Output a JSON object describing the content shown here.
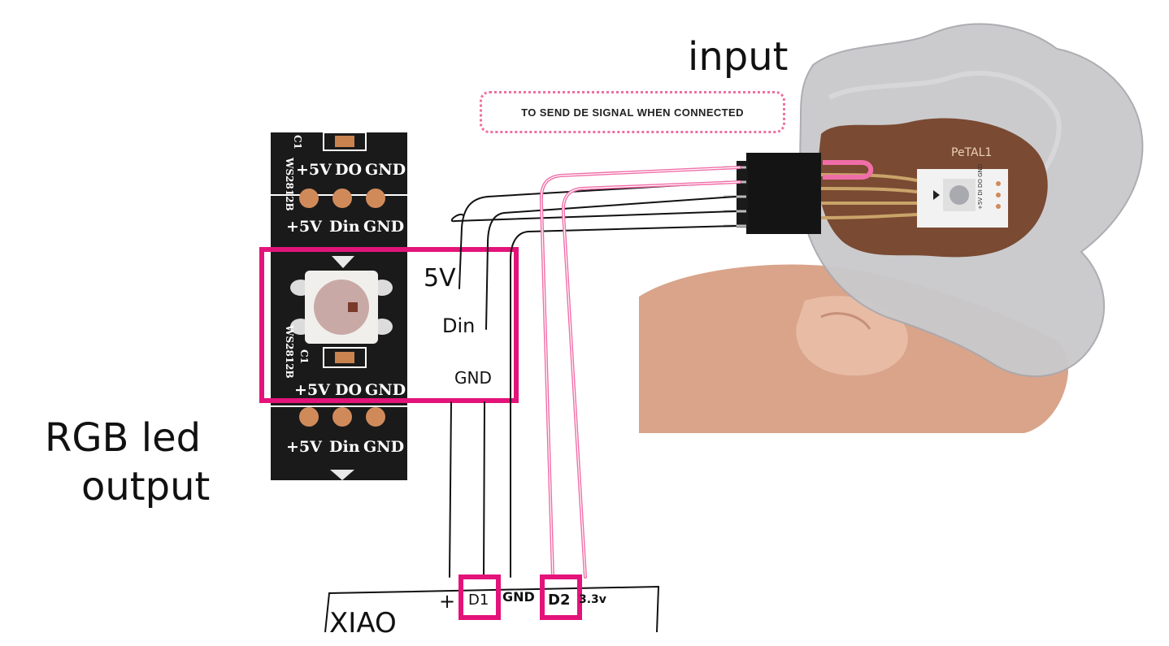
{
  "labels": {
    "input": "input",
    "note": "TO SEND DE SIGNAL WHEN CONNECTED",
    "rgb_line1": "RGB led",
    "rgb_line2": "output",
    "xiao": "XIAO"
  },
  "strip": {
    "model": "WS2812B",
    "cap": "C1",
    "row_out": [
      "+5V",
      "DO",
      "GND"
    ],
    "row_in": [
      "+5V",
      "Din",
      "GND"
    ]
  },
  "wire_labels": {
    "v5": "5V",
    "din": "Din",
    "gnd": "GND"
  },
  "xiao_pins": {
    "plus": "+",
    "d1": "D1",
    "gnd": "GND",
    "d2": "D2",
    "v33": "3.3v"
  },
  "petal": {
    "silk": "PeTAL1",
    "pin_labels": "+5V DI DO GND"
  },
  "colors": {
    "highlight": "#e3137a",
    "pink_wire": "#f06ea8",
    "board": "#1a1a1a",
    "pad": "#d08a5a",
    "petal_pcb": "#7a4a32"
  }
}
